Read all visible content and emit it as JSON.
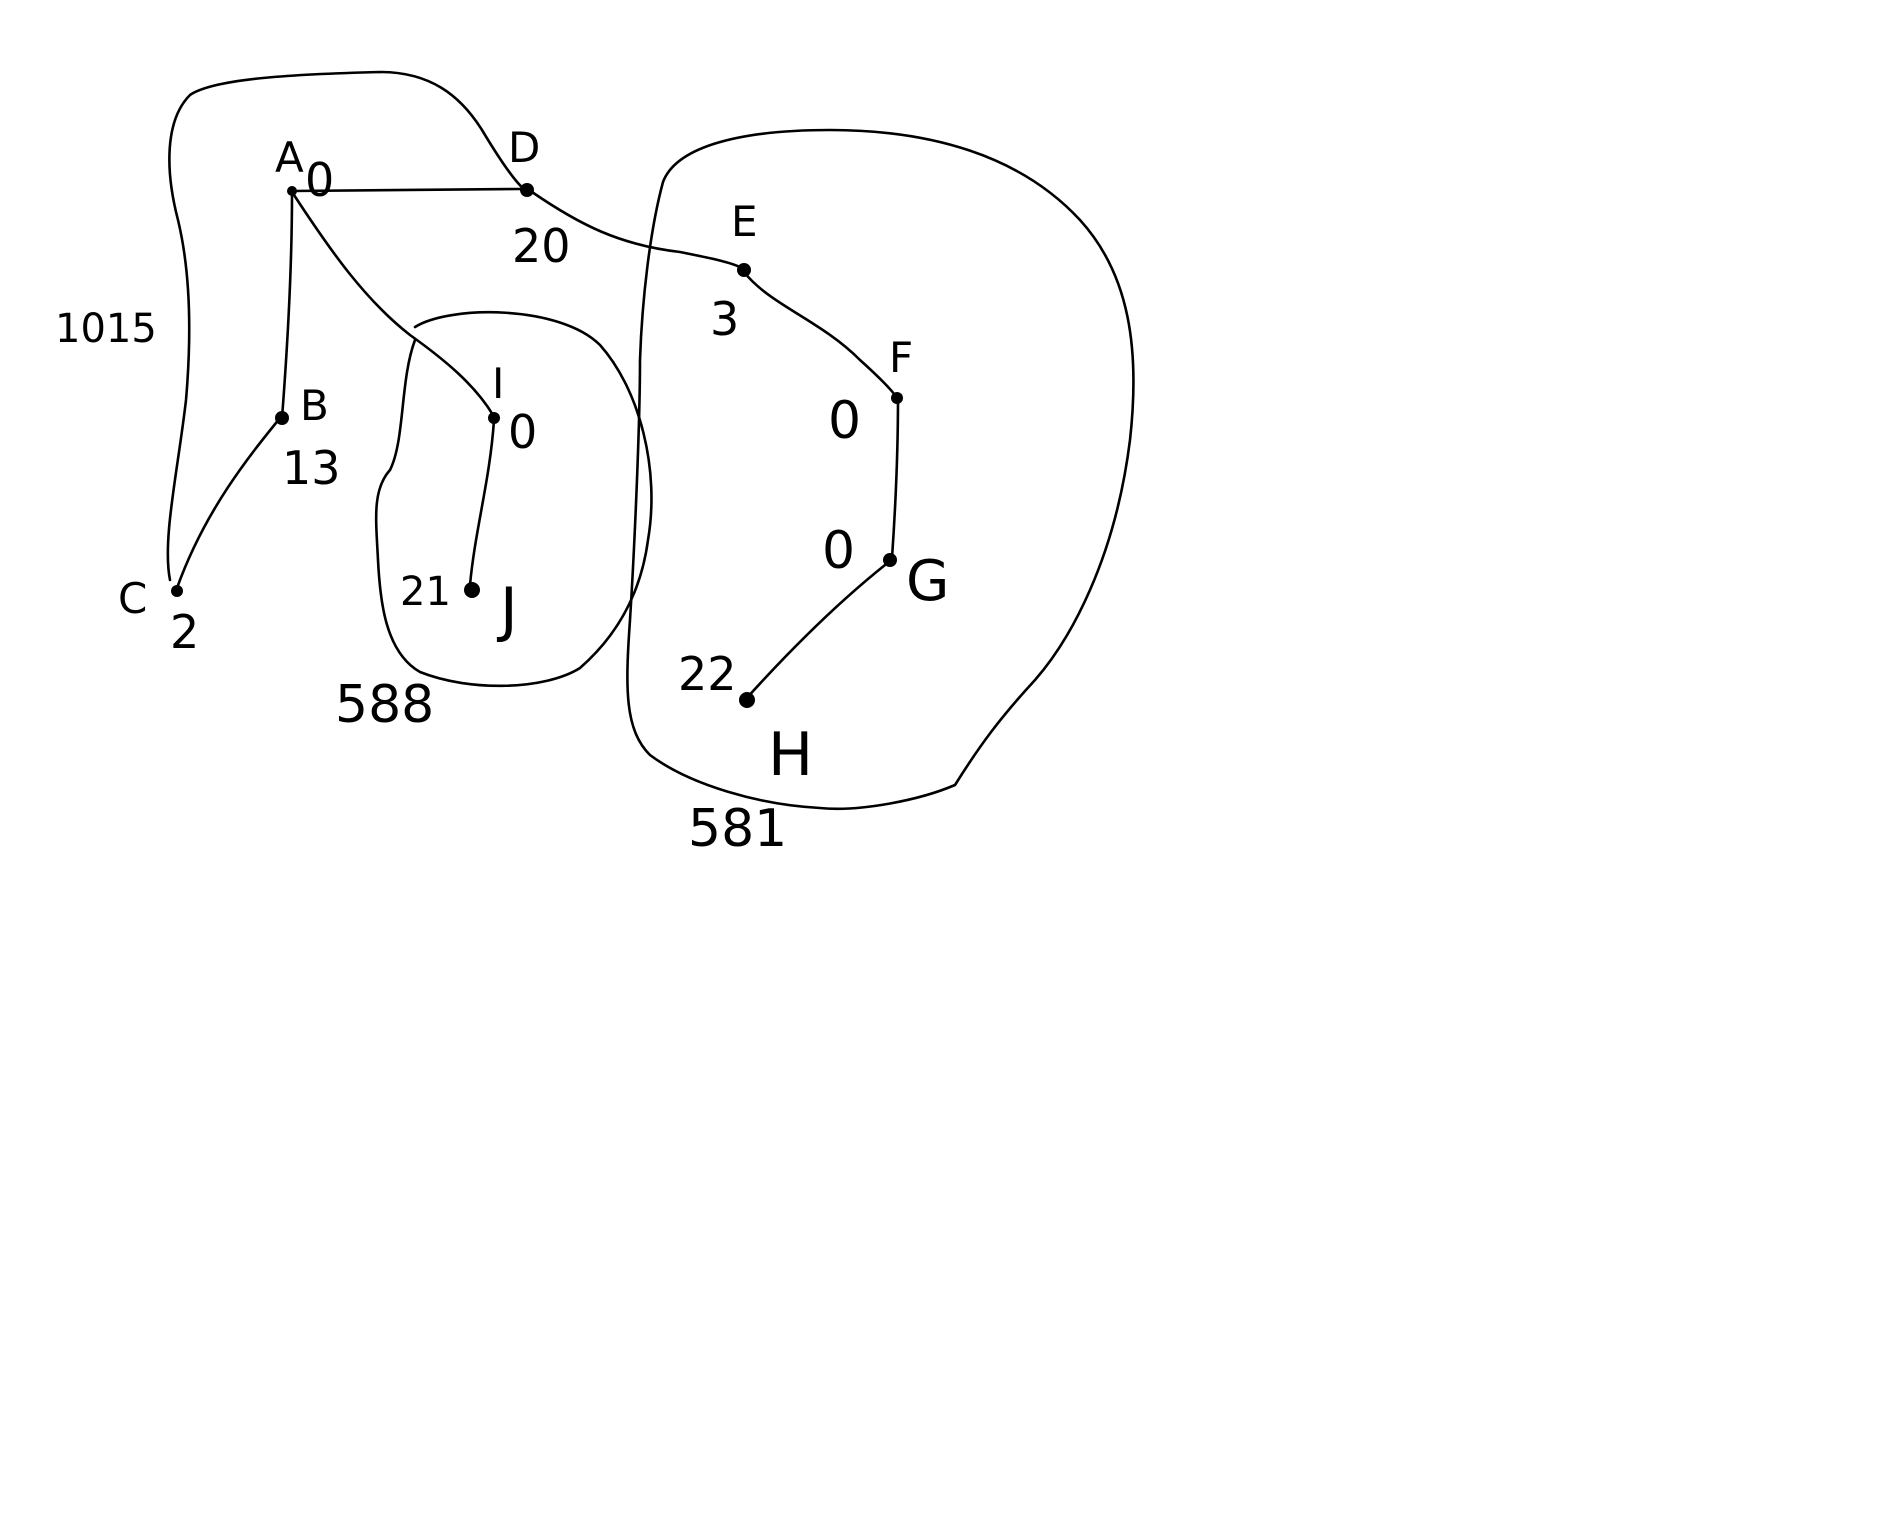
{
  "colors": {
    "ink": "#000000",
    "background": "#ffffff"
  },
  "nodes": [
    {
      "id": "A",
      "name": "A",
      "value": "0"
    },
    {
      "id": "B",
      "name": "B",
      "value": "13"
    },
    {
      "id": "C",
      "name": "C",
      "value": "2"
    },
    {
      "id": "D",
      "name": "D",
      "value": "20"
    },
    {
      "id": "E",
      "name": "E",
      "value": "3"
    },
    {
      "id": "F",
      "name": "F",
      "value": "0"
    },
    {
      "id": "G",
      "name": "G",
      "value": "0"
    },
    {
      "id": "H",
      "name": "H",
      "value": "22"
    },
    {
      "id": "I",
      "name": "I",
      "value": "0"
    },
    {
      "id": "J",
      "name": "J",
      "value": "21"
    }
  ],
  "edges": [
    {
      "from": "A",
      "to": "D"
    },
    {
      "from": "A",
      "to": "B"
    },
    {
      "from": "A",
      "to": "I"
    },
    {
      "from": "B",
      "to": "C"
    },
    {
      "from": "D",
      "to": "E"
    },
    {
      "from": "E",
      "to": "F"
    },
    {
      "from": "F",
      "to": "G"
    },
    {
      "from": "G",
      "to": "H"
    },
    {
      "from": "I",
      "to": "J"
    }
  ],
  "groups": [
    {
      "id": "group-left",
      "total": "1015"
    },
    {
      "id": "group-middle",
      "total": "588"
    },
    {
      "id": "group-right",
      "total": "581"
    }
  ]
}
